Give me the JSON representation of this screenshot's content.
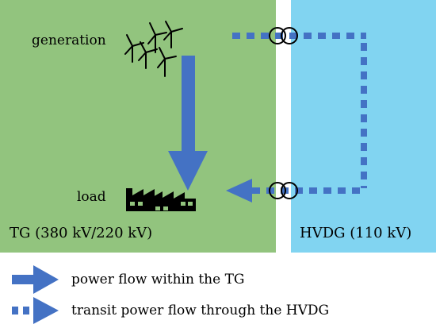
{
  "diagram": {
    "generation_label": "generation",
    "load_label": "load",
    "tg_label": "TG (380 kV/220 kV)",
    "hvdg_label": "HVDG (110 kV)"
  },
  "legend": {
    "solid_label": "power flow within the TG",
    "dashed_label": "transit power flow through the HVDG"
  },
  "colors": {
    "tg_region": "#92c47e",
    "hvdg_region": "#81d4f1",
    "arrow": "#4472c4"
  },
  "icons": [
    "wind-turbines-icon",
    "factory-icon",
    "transformer-icon"
  ]
}
